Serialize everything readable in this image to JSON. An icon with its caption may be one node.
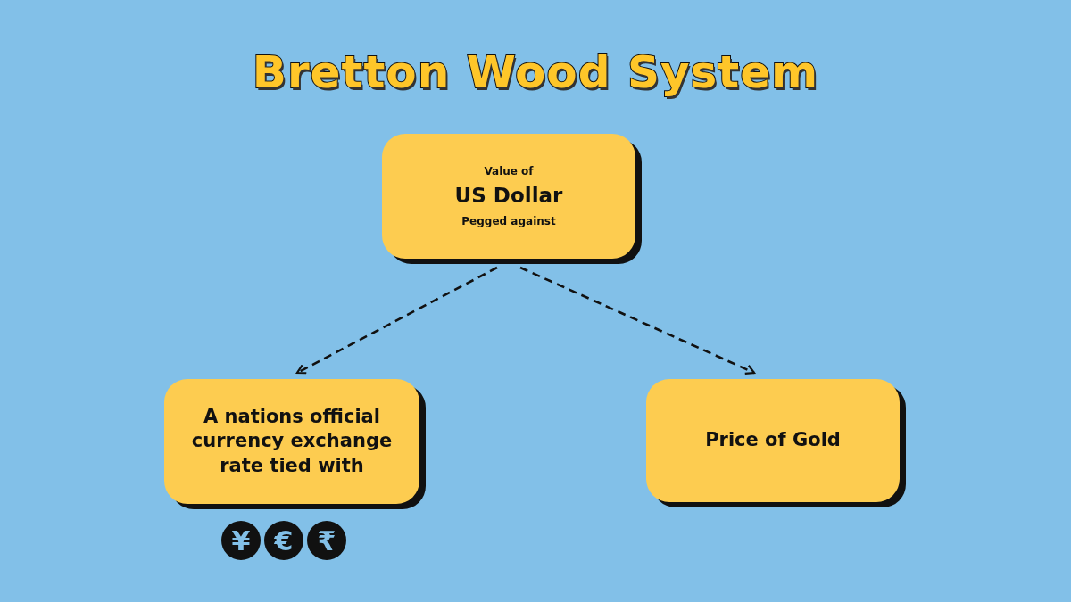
{
  "diagram": {
    "title": "Bretton Wood System",
    "nodes": [
      {
        "text": [
          "Value of",
          "US Dollar",
          "Pegged against"
        ]
      },
      {
        "text": [
          "A nations official currency exchange rate tied with"
        ]
      },
      {
        "text": [
          "Price of Gold"
        ]
      }
    ],
    "edges": [
      {
        "from": 0,
        "to": 1,
        "arrow": "to",
        "style": "dashed"
      },
      {
        "from": 0,
        "to": 2,
        "arrow": "to",
        "style": "dashed"
      }
    ],
    "labels": [
      "¥",
      "€",
      "₹"
    ]
  }
}
